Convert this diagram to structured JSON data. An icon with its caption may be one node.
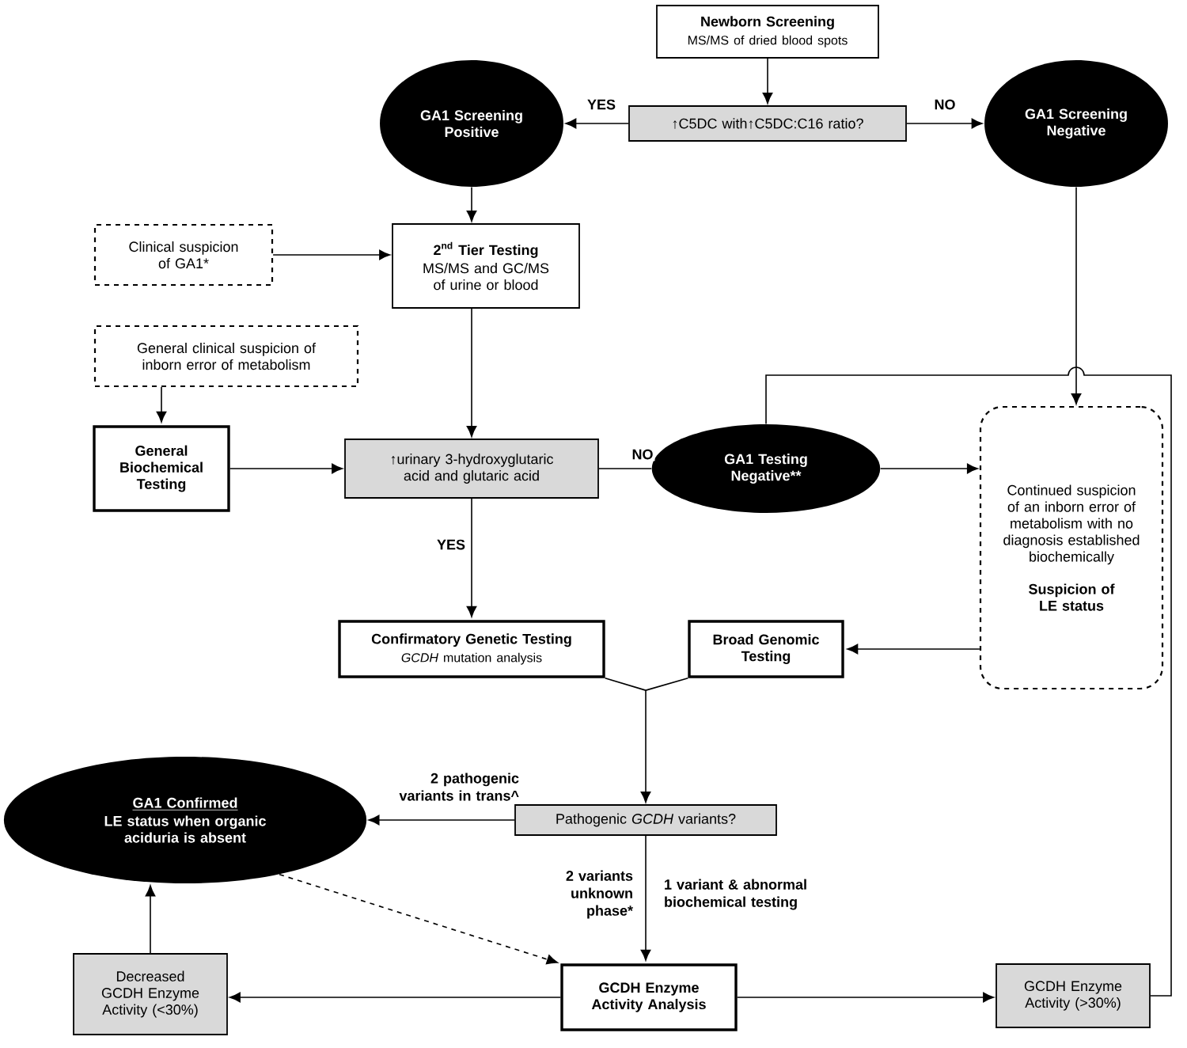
{
  "diagram": {
    "nodes": [
      {
        "text": [
          "Newborn Screening",
          "MS/MS of dried blood spots"
        ]
      },
      {
        "text": [
          "↑C5DC with↑C5DC:C16 ratio?"
        ]
      },
      {
        "text": [
          "GA1 Screening Positive"
        ]
      },
      {
        "text": [
          "GA1 Screening Negative"
        ]
      },
      {
        "text": [
          "Clinical suspicion of GA1*"
        ]
      },
      {
        "text": [
          "\\text{2}^{\\text{nd}}\\text{ Tier Testing}",
          "MS/MS and GC/MS of urine or blood"
        ]
      },
      {
        "text": [
          "General clinical suspicion of inborn error of metabolism"
        ]
      },
      {
        "text": [
          "General Biochemical Testing"
        ]
      },
      {
        "text": [
          "↑urinary 3-hydroxyglutaric acid and glutaric acid"
        ]
      },
      {
        "text": [
          "GA1 Testing Negative**"
        ]
      },
      {
        "text": [
          "Continued suspicion of an inborn error of metabolism with no diagnosis established biochemically",
          "Suspicion of LE status"
        ]
      },
      {
        "text": [
          "Confirmatory Genetic Testing",
          "*GCDH* mutation analysis"
        ]
      },
      {
        "text": [
          "Broad Genomic Testing"
        ]
      },
      {
        "text": [
          "Pathogenic *GCDH* variants?"
        ]
      },
      {
        "text": [
          "GA1 Confirmed",
          "LE status when organic aciduria is absent"
        ]
      },
      {
        "text": [
          "Decreased GCDH Enzyme Activity (<30%)"
        ]
      },
      {
        "text": [
          "GCDH Enzyme Activity Analysis"
        ]
      },
      {
        "text": [
          "GCDH Enzyme Activity (>30%)"
        ]
      }
    ],
    "edges": [
      {
        "from": 0,
        "to": 1,
        "arrow": "to"
      },
      {
        "from": 1,
        "to": 2,
        "arrow": "to",
        "label": "YES"
      },
      {
        "from": 1,
        "to": 3,
        "arrow": "to",
        "label": "NO"
      },
      {
        "from": 2,
        "to": 5,
        "arrow": "to"
      },
      {
        "from": 4,
        "to": 5,
        "arrow": "to"
      },
      {
        "from": 3,
        "to": 10,
        "arrow": "to"
      },
      {
        "from": 5,
        "to": 8,
        "arrow": "to"
      },
      {
        "from": 6,
        "to": 7,
        "arrow": "to"
      },
      {
        "from": 7,
        "to": 8,
        "arrow": "to"
      },
      {
        "from": 8,
        "to": 9,
        "arrow": "none",
        "label": "NO"
      },
      {
        "from": 9,
        "to": 10,
        "arrow": "to"
      },
      {
        "from": 17,
        "to": 9,
        "arrow": "none"
      },
      {
        "from": 8,
        "to": 11,
        "arrow": "to",
        "label": "YES"
      },
      {
        "from": 10,
        "to": 12,
        "arrow": "to"
      },
      {
        "from": 11,
        "to": 13,
        "arrow": "to"
      },
      {
        "from": 12,
        "to": 13,
        "arrow": "to"
      },
      {
        "from": 13,
        "to": 14,
        "arrow": "to",
        "label": "2 pathogenic variants in trans^"
      },
      {
        "from": 13,
        "to": 16,
        "arrow": "to",
        "label": "2 variants unknown phase*"
      },
      {
        "from": 14,
        "to": 16,
        "arrow": "to",
        "style": "dashed"
      },
      {
        "from": 16,
        "to": 15,
        "arrow": "to"
      },
      {
        "from": 16,
        "to": 17,
        "arrow": "to"
      },
      {
        "from": 15,
        "to": 14,
        "arrow": "to"
      }
    ],
    "labels": [
      "1 variant & abnormal biochemical testing"
    ]
  }
}
